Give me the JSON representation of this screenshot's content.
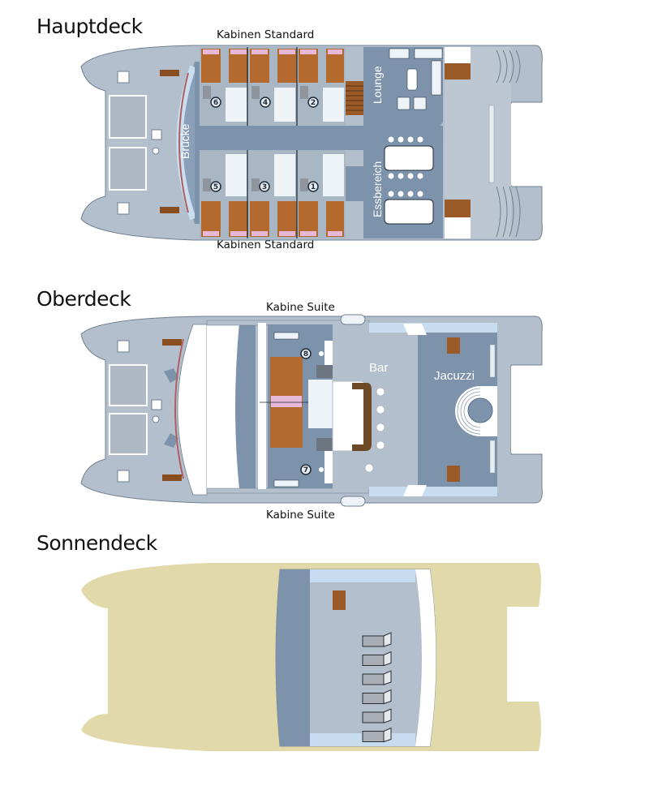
{
  "decks": [
    {
      "id": "hauptdeck",
      "title": "Hauptdeck",
      "labels": {
        "top_cabins": "Kabinen Standard",
        "bottom_cabins": "Kabinen Standard",
        "bridge": "Brücke",
        "lounge": "Lounge",
        "dining": "Essbereich"
      },
      "cabin_numbers_top": [
        "6",
        "4",
        "2"
      ],
      "cabin_numbers_bottom": [
        "5",
        "3",
        "1"
      ]
    },
    {
      "id": "oberdeck",
      "title": "Oberdeck",
      "labels": {
        "top_cabin": "Kabine Suite",
        "bottom_cabin": "Kabine Suite",
        "bar": "Bar",
        "jacuzzi": "Jacuzzi"
      },
      "cabin_numbers": [
        "8",
        "7"
      ]
    },
    {
      "id": "sonnendeck",
      "title": "Sonnendeck",
      "lounger_count": 6
    }
  ],
  "colors": {
    "hull_grey": "#b3bfcc",
    "interior_blue": "#7d92ab",
    "light_blue": "#c8dcef",
    "wood": "#b46a2e",
    "sand": "#e1d9aa",
    "white": "#ffffff"
  }
}
